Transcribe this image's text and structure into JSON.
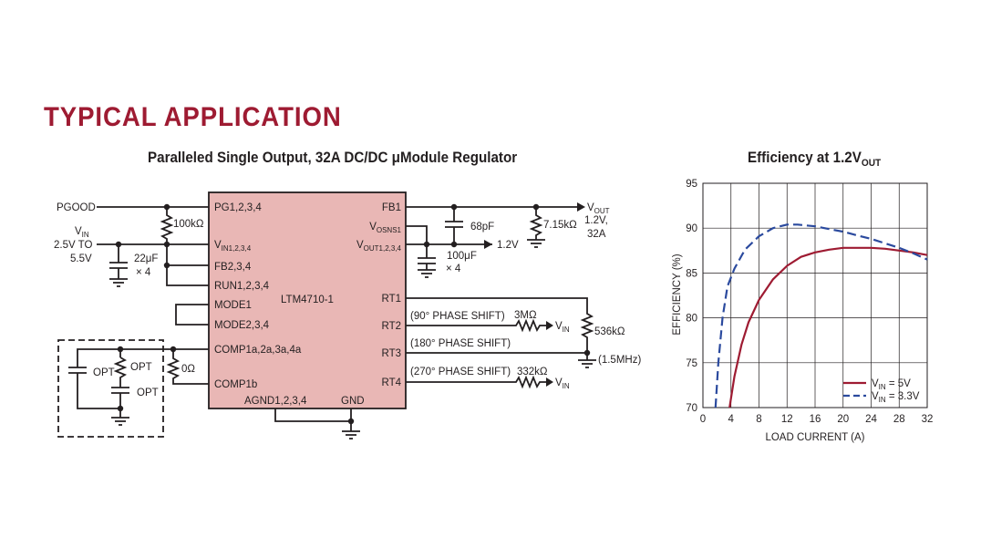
{
  "heading": "TYPICAL APPLICATION",
  "circuit": {
    "title": "Paralleled Single Output, 32A DC/DC μModule Regulator",
    "ic_name": "LTM4710-1",
    "left_pins": {
      "pg": "PG1,2,3,4",
      "vin": "V",
      "vin_sub": "IN1,2,3,4",
      "fb2": "FB2,3,4",
      "run": "RUN1,2,3,4",
      "mode1": "MODE1",
      "mode2": "MODE2,3,4",
      "comp1": "COMP1a,2a,3a,4a",
      "comp1b": "COMP1b"
    },
    "right_pins": {
      "fb1": "FB1",
      "vosns": "V",
      "vosns_sub": "OSNS1",
      "vout": "V",
      "vout_sub": "OUT1,2,3,4",
      "rt1": "RT1",
      "rt2": "RT2",
      "rt3": "RT3",
      "rt4": "RT4"
    },
    "bottom_pins": {
      "agnd": "AGND1,2,3,4",
      "gnd": "GND"
    },
    "labels": {
      "pgood": "PGOOD",
      "vin_main": "V",
      "vin_main_sub": "IN",
      "vin_range1": "2.5V TO",
      "vin_range2": "5.5V",
      "r_pullup": "100kΩ",
      "c_in": "22μF",
      "c_in_count": "× 4",
      "opt1": "OPT",
      "opt2": "OPT",
      "opt3": "OPT",
      "r_zero": "0Ω",
      "c_ff": "68pF",
      "c_out": "100μF",
      "c_out_count": "× 4",
      "v_1v2": "1.2V",
      "r_fb": "7.15kΩ",
      "vout_main": "V",
      "vout_main_sub": "OUT",
      "vout_val1": "1.2V,",
      "vout_val2": "32A",
      "phase90": "(90° PHASE SHIFT)",
      "phase180": "(180° PHASE SHIFT)",
      "phase270": "(270° PHASE SHIFT)",
      "r_3m": "3MΩ",
      "r_332k": "332kΩ",
      "r_536k": "536kΩ",
      "freq": "(1.5MHz)",
      "vin_rt2": "V",
      "vin_rt2_sub": "IN",
      "vin_rt4": "V",
      "vin_rt4_sub": "IN"
    }
  },
  "chart_title": {
    "main": "Efficiency at 1.2V",
    "sub": "OUT"
  },
  "chart_data": {
    "type": "line",
    "title": "Efficiency at 1.2VOUT",
    "xlabel": "LOAD CURRENT (A)",
    "ylabel": "EFFICIENCY (%)",
    "xlim": [
      0,
      32
    ],
    "ylim": [
      70,
      95
    ],
    "xticks": [
      0,
      4,
      8,
      12,
      16,
      20,
      24,
      28,
      32
    ],
    "yticks": [
      70,
      75,
      80,
      85,
      90,
      95
    ],
    "grid": true,
    "legend": "bottom-right",
    "series": [
      {
        "name": "VIN = 5V",
        "legend_main": "V",
        "legend_sub": "IN",
        "legend_rest": " = 5V",
        "color": "#9e1b32",
        "dash": "solid",
        "x": [
          3.8,
          4.5,
          5.5,
          6.5,
          8,
          10,
          12,
          14,
          16,
          18,
          20,
          22,
          24,
          26,
          28,
          30,
          32
        ],
        "y": [
          70,
          73.5,
          77,
          79.5,
          82,
          84.3,
          85.8,
          86.8,
          87.3,
          87.6,
          87.8,
          87.8,
          87.8,
          87.7,
          87.5,
          87.3,
          87.0
        ]
      },
      {
        "name": "VIN = 3.3V",
        "legend_main": "V",
        "legend_sub": "IN",
        "legend_rest": " = 3.3V",
        "color": "#2b4a9e",
        "dash": "dashed",
        "x": [
          1.8,
          2.2,
          2.8,
          3.5,
          4.5,
          6,
          8,
          10,
          12,
          13.5,
          16,
          18,
          20,
          22,
          24,
          26,
          28,
          30,
          32
        ],
        "y": [
          70,
          75,
          80,
          83.5,
          85.5,
          87.6,
          89.1,
          90.0,
          90.4,
          90.4,
          90.2,
          89.9,
          89.6,
          89.2,
          88.8,
          88.3,
          87.8,
          87.2,
          86.5
        ]
      }
    ]
  }
}
